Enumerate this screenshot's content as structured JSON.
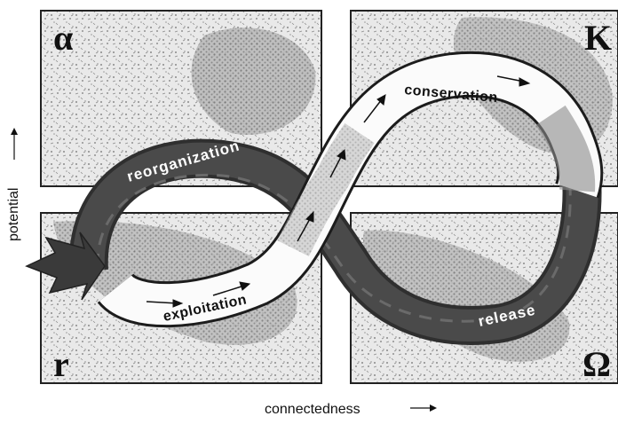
{
  "corners": {
    "top_left": "α",
    "top_right": "K",
    "bottom_left": "r",
    "bottom_right": "Ω"
  },
  "phases": {
    "reorganization": "reorganization",
    "conservation": "conservation",
    "exploitation": "exploitation",
    "release": "release"
  },
  "axes": {
    "x_label": "connectedness",
    "y_label": "potential"
  },
  "colors": {
    "dark_band": "#3e3e3e",
    "light_band": "#fbfbfb",
    "quadrant_fill": "#e6e6e6",
    "texture": "#9a9a9a"
  }
}
